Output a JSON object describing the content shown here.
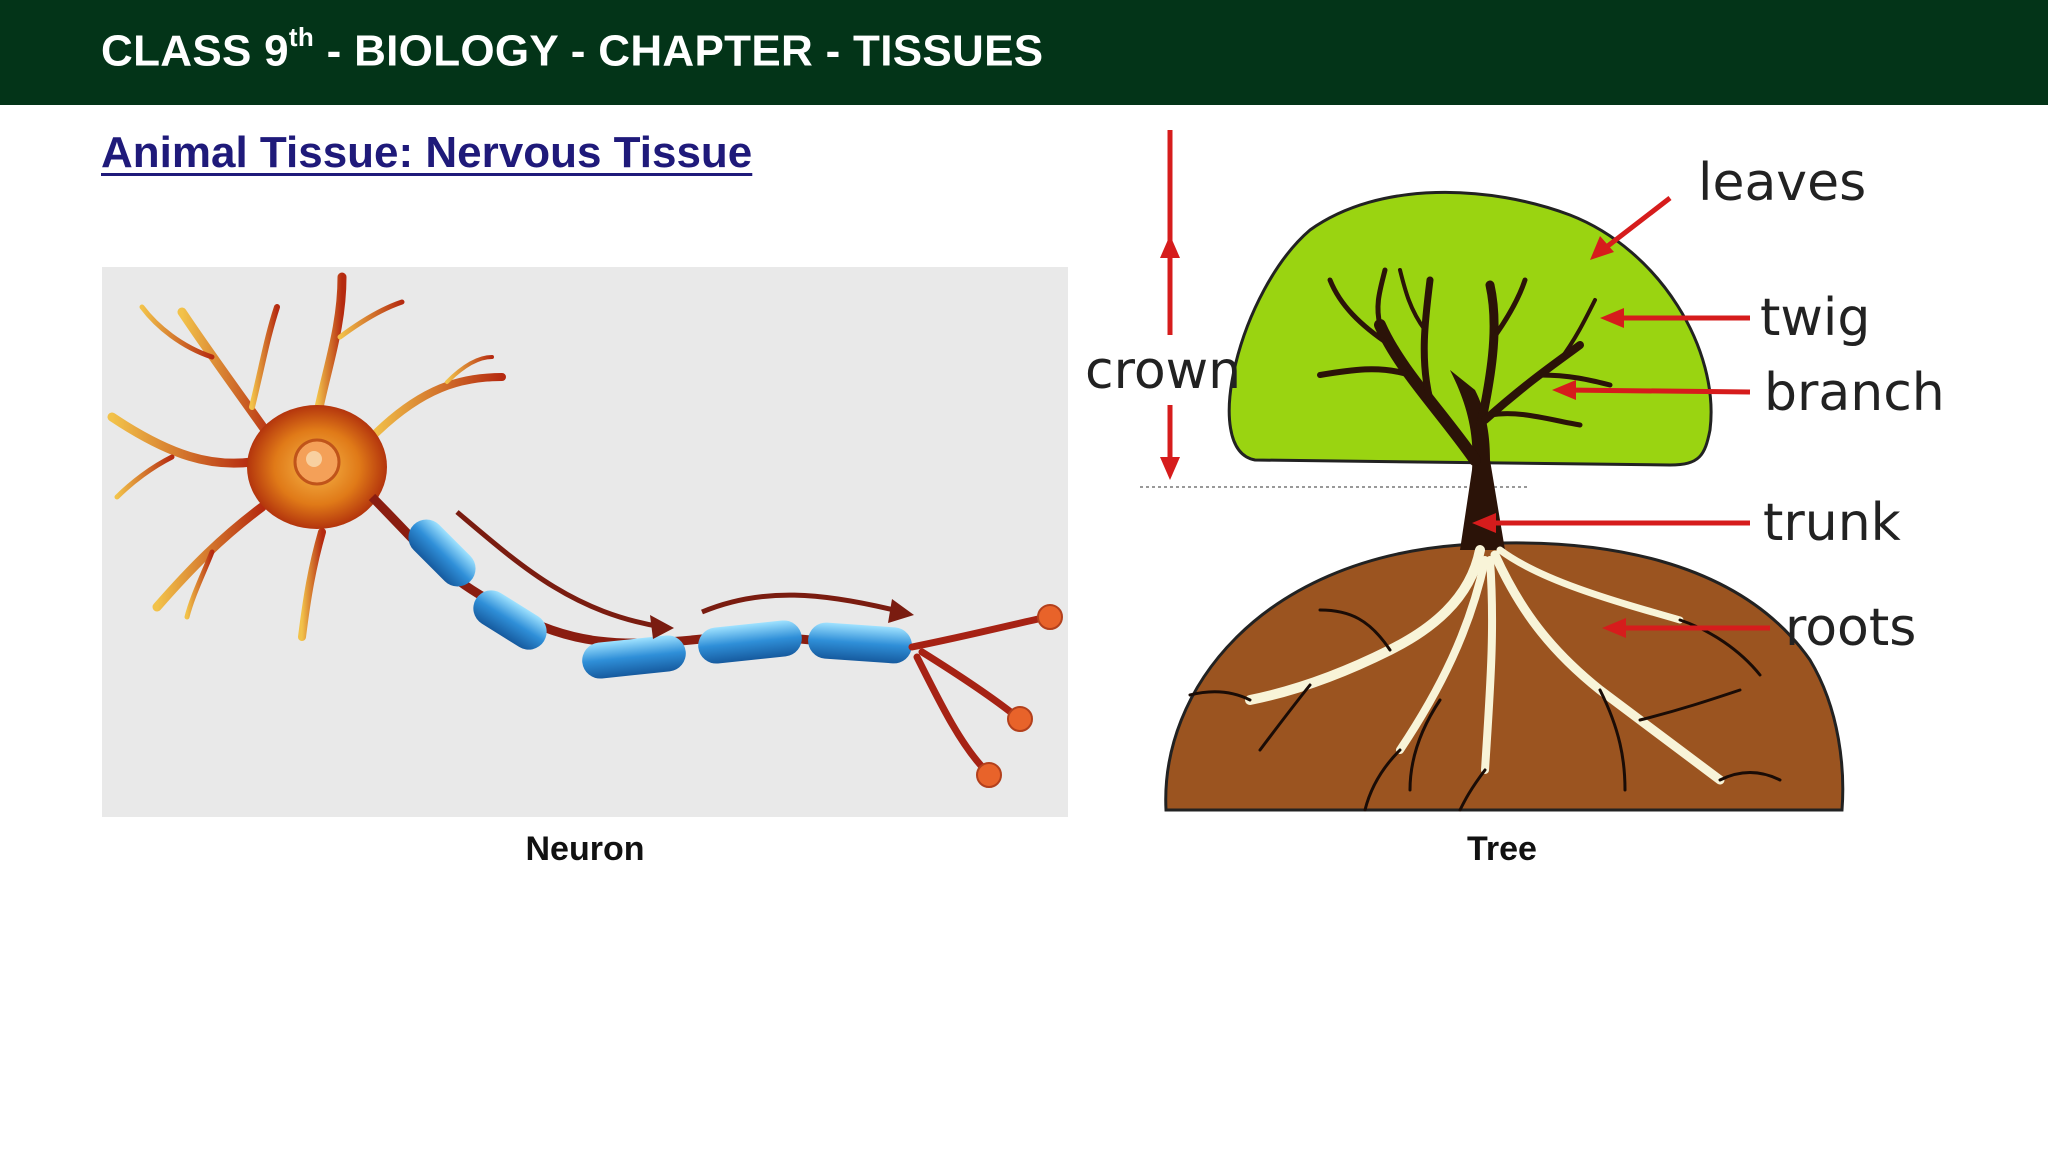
{
  "header": {
    "title_prefix": "CLASS 9",
    "title_sup": "th",
    "title_suffix": " - BIOLOGY - CHAPTER - TISSUES",
    "background": "#033418"
  },
  "section": {
    "heading": "Animal Tissue: Nervous Tissue",
    "heading_color": "#1f1a7a"
  },
  "figures": {
    "neuron": {
      "caption": "Neuron",
      "icon": "neuron-illustration"
    },
    "tree": {
      "caption": "Tree",
      "icon": "tree-illustration",
      "labels": {
        "leaves": "leaves",
        "twig": "twig",
        "branch": "branch",
        "crown": "crown",
        "trunk": "trunk",
        "roots": "roots"
      },
      "colors": {
        "crown": "#9ad411",
        "soil": "#9b5420",
        "arrows": "#d61c1c"
      }
    }
  }
}
